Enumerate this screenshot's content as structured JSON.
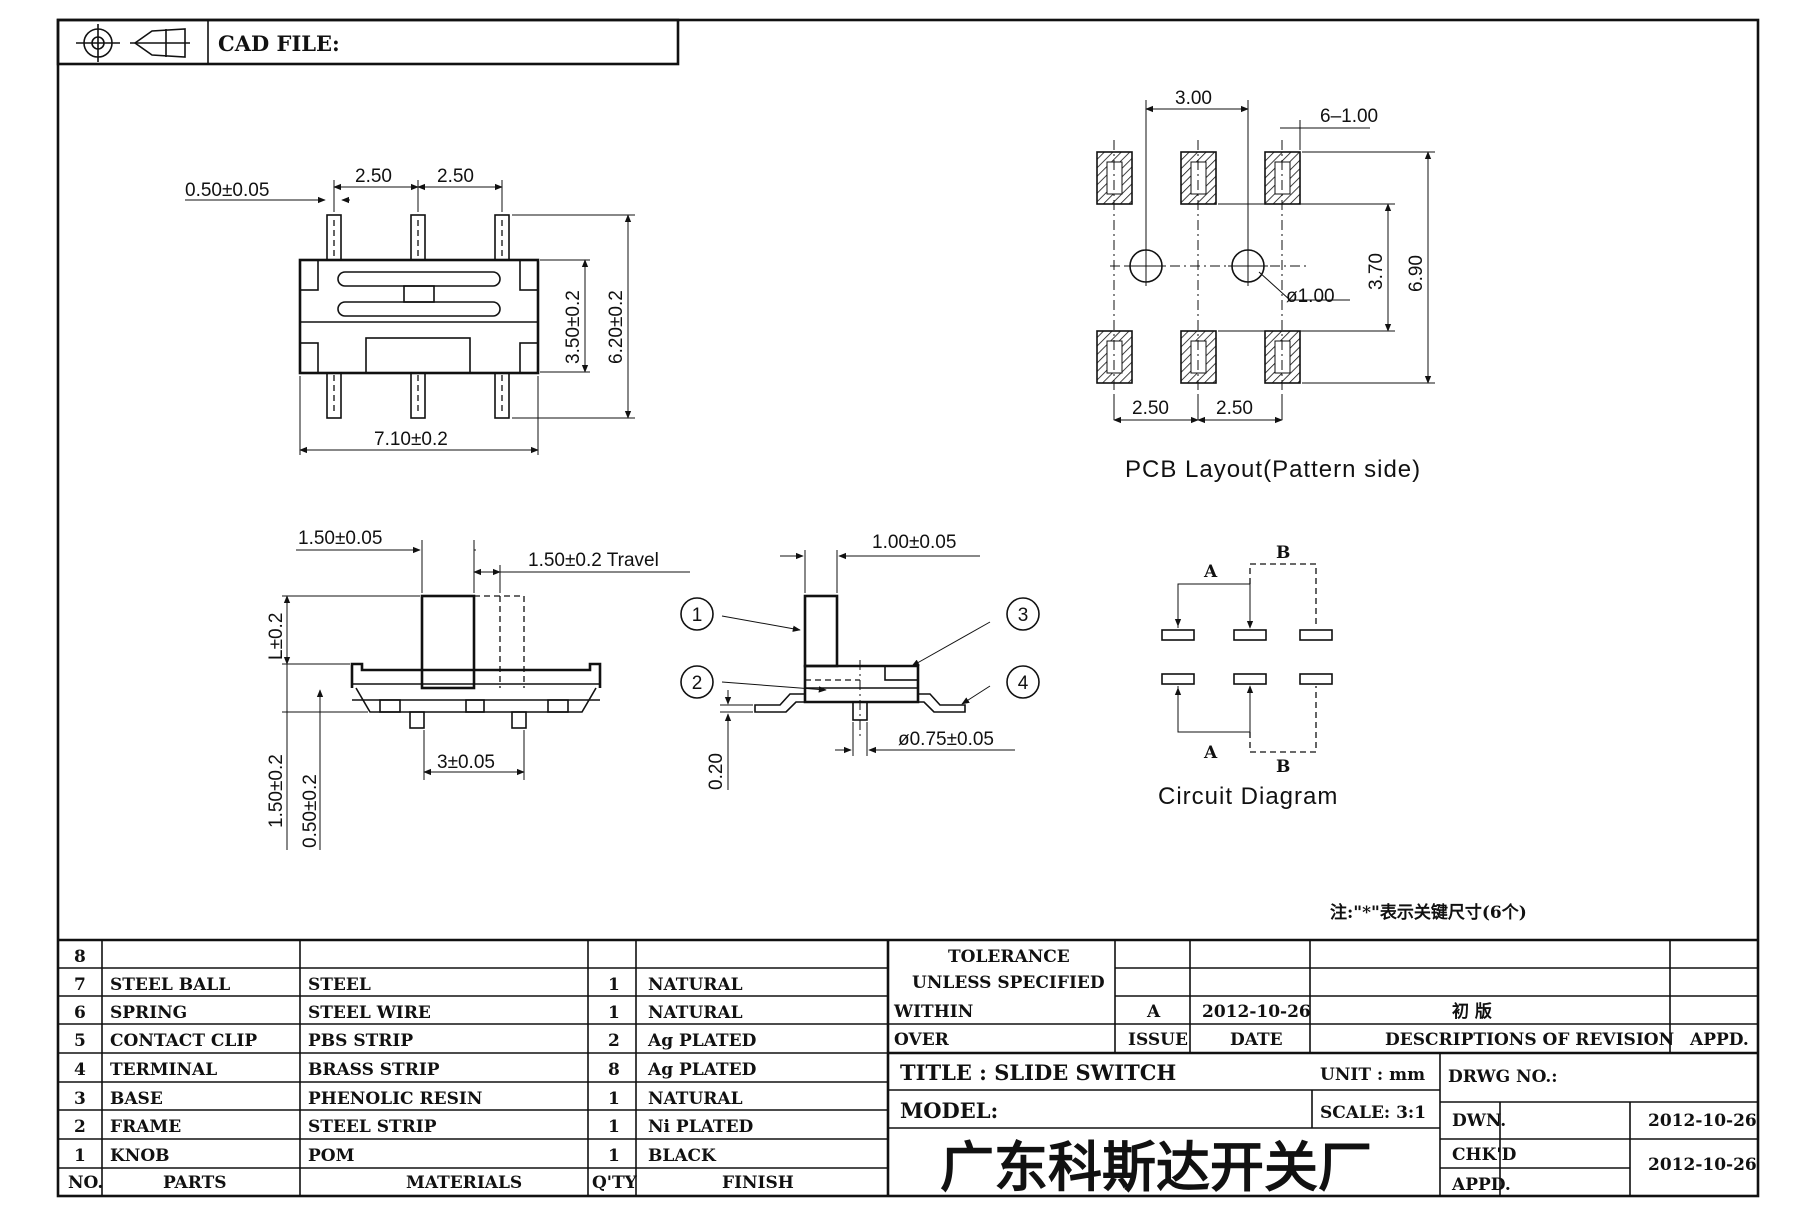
{
  "title_block": {
    "cad_file_label": "CAD FILE:",
    "tolerance_line1": "TOLERANCE",
    "tolerance_line2": "UNLESS   SPECIFIED",
    "within_label": "WITHIN",
    "over_label": "OVER",
    "issue_value": "A",
    "issue_date": "2012-10-26",
    "issue_desc": "初    版",
    "issue_label": "ISSUE",
    "date_label": "DATE",
    "desc_label": "DESCRIPTIONS  OF  REVISION",
    "appd_label": "APPD.",
    "title_text": "TITLE :  SLIDE  SWITCH",
    "unit_text": "UNIT :   mm",
    "drwg_no_label": "DRWG  NO.:",
    "model_label": "MODEL:",
    "scale_text": "SCALE:  3:1",
    "dwn_label": "DWN.",
    "dwn_date": "2012-10-26",
    "chkd_label": "CHK'D",
    "appd2_label": "APPD.",
    "chkd_date": "2012-10-26",
    "company": "广东科斯达开关厂"
  },
  "bom": {
    "header": {
      "no": "NO.",
      "parts": "PARTS",
      "materials": "MATERIALS",
      "qty": "Q'TY",
      "finish": "FINISH"
    },
    "rows": [
      {
        "no": "8",
        "part": "",
        "material": "",
        "qty": "",
        "finish": ""
      },
      {
        "no": "7",
        "part": "STEEL  BALL",
        "material": "STEEL",
        "qty": "1",
        "finish": "NATURAL"
      },
      {
        "no": "6",
        "part": "SPRING",
        "material": "STEEL  WIRE",
        "qty": "1",
        "finish": "NATURAL"
      },
      {
        "no": "5",
        "part": "CONTACT  CLIP",
        "material": "PBS  STRIP",
        "qty": "2",
        "finish": "Ag  PLATED"
      },
      {
        "no": "4",
        "part": "TERMINAL",
        "material": "BRASS  STRIP",
        "qty": "8",
        "finish": "Ag  PLATED"
      },
      {
        "no": "3",
        "part": "BASE",
        "material": "PHENOLIC  RESIN",
        "qty": "1",
        "finish": "NATURAL"
      },
      {
        "no": "2",
        "part": "FRAME",
        "material": "STEEL  STRIP",
        "qty": "1",
        "finish": "Ni  PLATED"
      },
      {
        "no": "1",
        "part": "KNOB",
        "material": "POM",
        "qty": "1",
        "finish": "BLACK"
      }
    ]
  },
  "dims": {
    "top_pin_width": "0.50±0.05",
    "top_pitch_left": "2.50",
    "top_pitch_right": "2.50",
    "top_height_inner": "3.50±0.2",
    "top_height_outer": "6.20±0.2",
    "top_length": "7.10±0.2",
    "pcb_pitch_top": "3.00",
    "pcb_pad": "6–1.00",
    "pcb_hole": "ø1.00",
    "pcb_inner": "3.70",
    "pcb_outer": "6.90",
    "pcb_pitch_left": "2.50",
    "pcb_pitch_right": "2.50",
    "front_knob_width": "1.50±0.05",
    "front_travel": "1.50±0.2  Travel",
    "front_knob_height": "L±0.2",
    "front_height": "1.50±0.2",
    "front_base": "0.50±0.2",
    "front_pitch": "3±0.05",
    "side_knob": "1.00±0.05",
    "side_thickness": "0.20",
    "side_post": "ø0.75±0.05"
  },
  "balloons": [
    "1",
    "2",
    "3",
    "4"
  ],
  "captions": {
    "pcb": "PCB  Layout(Pattern  side)",
    "circuit": "Circuit  Diagram",
    "note": "注:\"*\"表示关键尺寸(6个)"
  },
  "circuit_labels": {
    "a_top": "A",
    "b_top": "B",
    "a_bottom": "A",
    "b_bottom": "B"
  }
}
